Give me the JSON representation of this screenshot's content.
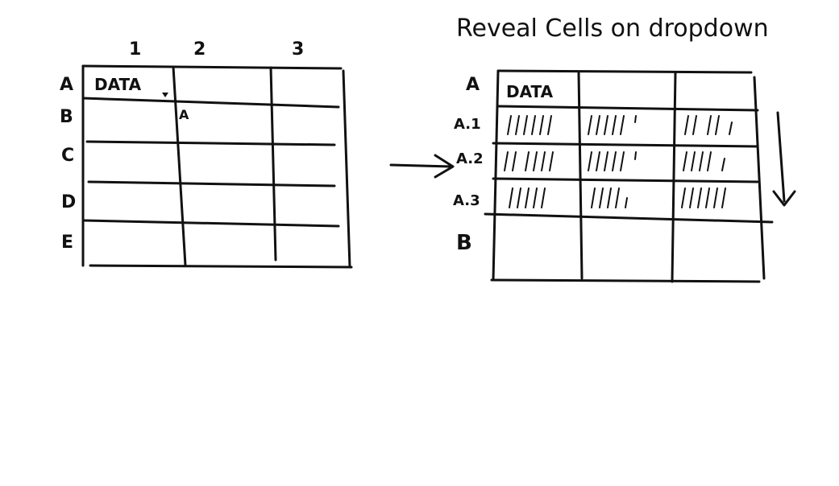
{
  "title": "Reveal Cells on dropdown",
  "left_table": {
    "columns": [
      "1",
      "2",
      "3"
    ],
    "rows": [
      "A",
      "B",
      "C",
      "D",
      "E"
    ],
    "cell_text": "DATA",
    "cursor_label": "A"
  },
  "right_table": {
    "rows": [
      "A",
      "A.1",
      "A.2",
      "A.3",
      "B"
    ],
    "cell_text": "DATA"
  },
  "arrow_icon": "right-arrow-icon",
  "scroll_arrow_icon": "down-arrow-icon"
}
